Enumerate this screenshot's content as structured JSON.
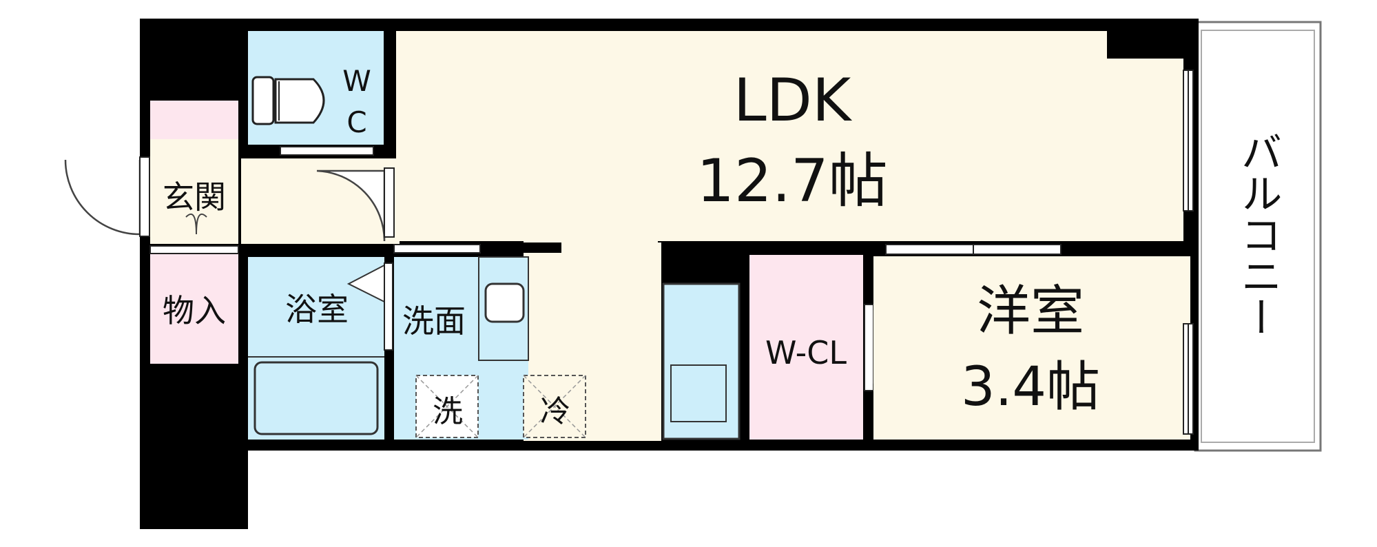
{
  "rooms": {
    "ldk": {
      "name": "LDK",
      "size": "12.7帖"
    },
    "western": {
      "name": "洋室",
      "size": "3.4帖"
    },
    "balcony": {
      "name": "バルコニー"
    },
    "wc": {
      "name_1": "W",
      "name_2": "C"
    },
    "entrance": {
      "name": "玄関"
    },
    "storage": {
      "name": "物入"
    },
    "bath": {
      "name": "浴室"
    },
    "washroom": {
      "name": "洗面"
    },
    "washer": {
      "name": "洗"
    },
    "fridge": {
      "name": "冷"
    },
    "walkin_closet": {
      "name": "W-CL"
    }
  },
  "colors": {
    "wall": "#000000",
    "ldk_floor": "#fdf8e7",
    "wet_area": "#cdeefa",
    "closet": "#fde6ee",
    "balcony": "#ffffff"
  }
}
